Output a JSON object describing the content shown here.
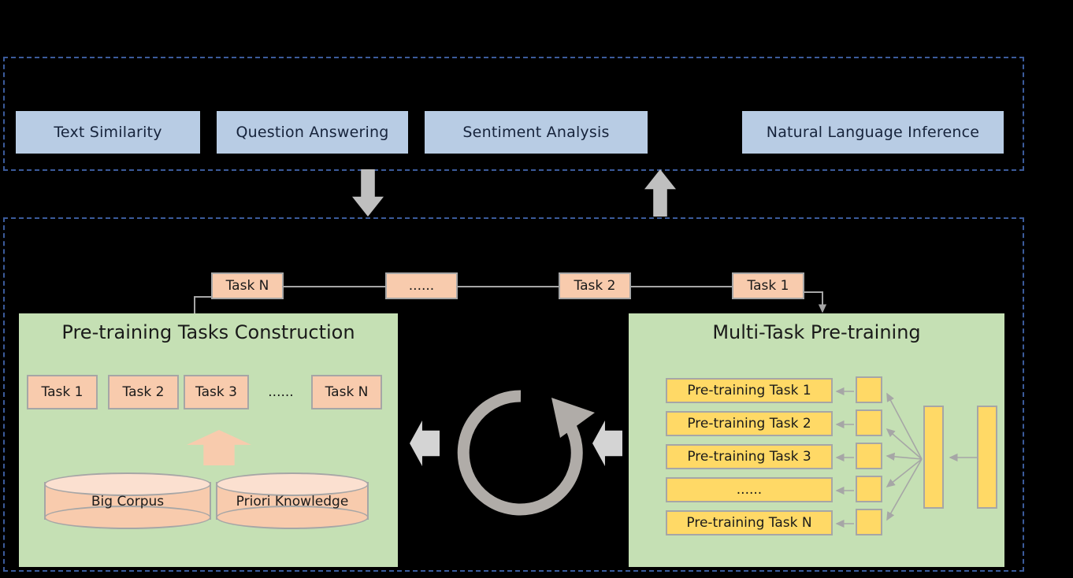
{
  "diagram": {
    "title_hidden": "",
    "colors": {
      "background": "#000000",
      "dashed_border": "#3b5b9b",
      "downstream_chip": "#b8cce4",
      "panel_green": "#c5e0b4",
      "chip_peach": "#f8cbad",
      "chip_yellow": "#ffd966",
      "border_gray": "#a6a6a6",
      "arrow_gray": "#bfbfbf"
    }
  },
  "downstream": {
    "tasks": [
      {
        "label": "Text Similarity"
      },
      {
        "label": "Question Answering"
      },
      {
        "label": "Sentiment Analysis"
      },
      {
        "label": "Natural Language Inference"
      }
    ]
  },
  "flow_arrows": {
    "down_arrow": "arrow-down-icon",
    "up_arrow": "arrow-up-icon"
  },
  "task_chain": {
    "items": [
      {
        "label": "Task N"
      },
      {
        "label": "......"
      },
      {
        "label": "Task 2"
      },
      {
        "label": "Task 1"
      }
    ]
  },
  "left_panel": {
    "title": "Pre-training Tasks Construction",
    "tasks": [
      {
        "label": "Task 1"
      },
      {
        "label": "Task 2"
      },
      {
        "label": "Task 3"
      },
      {
        "label": "......"
      },
      {
        "label": "Task N"
      }
    ],
    "sources": [
      {
        "label": "Big Corpus"
      },
      {
        "label": "Priori Knowledge"
      }
    ],
    "up_arrow": "arrow-up-icon"
  },
  "center": {
    "cycle_icon": "circular-arrow-icon",
    "left_arrow": "arrow-left-icon",
    "right_arrow": "arrow-left-icon"
  },
  "right_panel": {
    "title": "Multi-Task Pre-training",
    "tasks": [
      {
        "label": "Pre-training Task 1"
      },
      {
        "label": "Pre-training Task 2"
      },
      {
        "label": "Pre-training Task 3"
      },
      {
        "label": "......"
      },
      {
        "label": "Pre-training Task N"
      }
    ],
    "heads": [
      "",
      "",
      "",
      "",
      ""
    ],
    "encoder_bars": [
      "",
      ""
    ]
  }
}
